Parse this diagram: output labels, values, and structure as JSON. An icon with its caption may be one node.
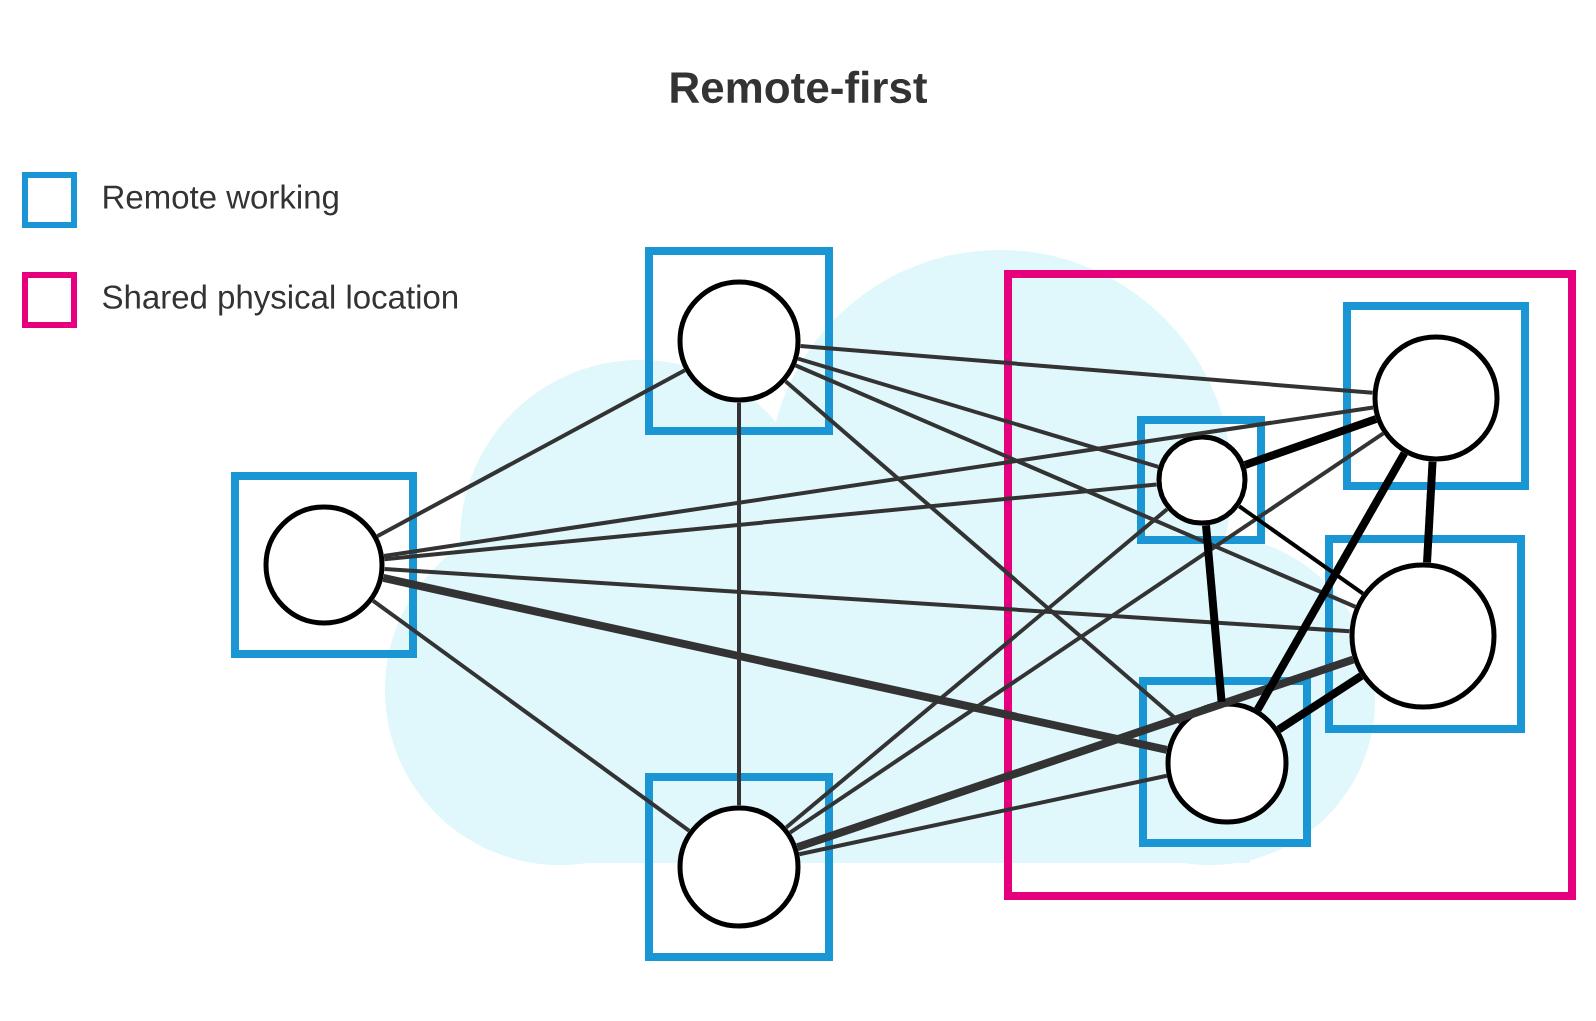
{
  "diagram": {
    "title": "Remote-first",
    "nodes": [
      {
        "text": [],
        "shape": "box"
      },
      {
        "text": [],
        "shape": "circle",
        "in": 0
      },
      {
        "text": [],
        "shape": "box"
      },
      {
        "text": [],
        "shape": "circle",
        "in": 2
      },
      {
        "text": [],
        "shape": "box"
      },
      {
        "text": [],
        "shape": "circle",
        "in": 4
      },
      {
        "text": [],
        "shape": "box"
      },
      {
        "text": [],
        "shape": "box",
        "in": 6
      },
      {
        "text": [],
        "shape": "circle",
        "in": 7
      },
      {
        "text": [],
        "shape": "box",
        "in": 6
      },
      {
        "text": [],
        "shape": "circle",
        "in": 9
      },
      {
        "text": [],
        "shape": "box",
        "in": 6
      },
      {
        "text": [],
        "shape": "circle",
        "in": 11
      },
      {
        "text": [],
        "shape": "box",
        "in": 6
      },
      {
        "text": [],
        "shape": "circle",
        "in": 13
      }
    ],
    "edges": [
      {
        "from": 1,
        "to": 3,
        "arrow": "none"
      },
      {
        "from": 1,
        "to": 5,
        "arrow": "none"
      },
      {
        "from": 1,
        "to": 10,
        "arrow": "none"
      },
      {
        "from": 1,
        "to": 8,
        "arrow": "none"
      },
      {
        "from": 1,
        "to": 12,
        "arrow": "none"
      },
      {
        "from": 1,
        "to": 14,
        "arrow": "none",
        "style": "thick"
      },
      {
        "from": 3,
        "to": 5,
        "arrow": "none"
      },
      {
        "from": 3,
        "to": 10,
        "arrow": "none"
      },
      {
        "from": 3,
        "to": 8,
        "arrow": "none"
      },
      {
        "from": 3,
        "to": 12,
        "arrow": "none"
      },
      {
        "from": 3,
        "to": 14,
        "arrow": "none"
      },
      {
        "from": 5,
        "to": 8,
        "arrow": "none"
      },
      {
        "from": 5,
        "to": 10,
        "arrow": "none"
      },
      {
        "from": 5,
        "to": 12,
        "arrow": "none",
        "style": "thick"
      },
      {
        "from": 5,
        "to": 14,
        "arrow": "none"
      },
      {
        "from": 8,
        "to": 10,
        "arrow": "none",
        "style": "thick",
        "color": "#000000"
      },
      {
        "from": 8,
        "to": 14,
        "arrow": "none",
        "style": "thick",
        "color": "#000000"
      },
      {
        "from": 8,
        "to": 12,
        "arrow": "none",
        "color": "#000000"
      },
      {
        "from": 10,
        "to": 12,
        "arrow": "none",
        "style": "thick",
        "color": "#000000"
      },
      {
        "from": 10,
        "to": 14,
        "arrow": "none",
        "style": "thick",
        "color": "#000000"
      },
      {
        "from": 12,
        "to": 14,
        "arrow": "none",
        "style": "thick",
        "color": "#000000"
      }
    ],
    "legend": [
      {
        "text": "Remote working",
        "color": "#1a96d4"
      },
      {
        "text": "Shared physical location",
        "color": "#e6007e"
      }
    ]
  }
}
